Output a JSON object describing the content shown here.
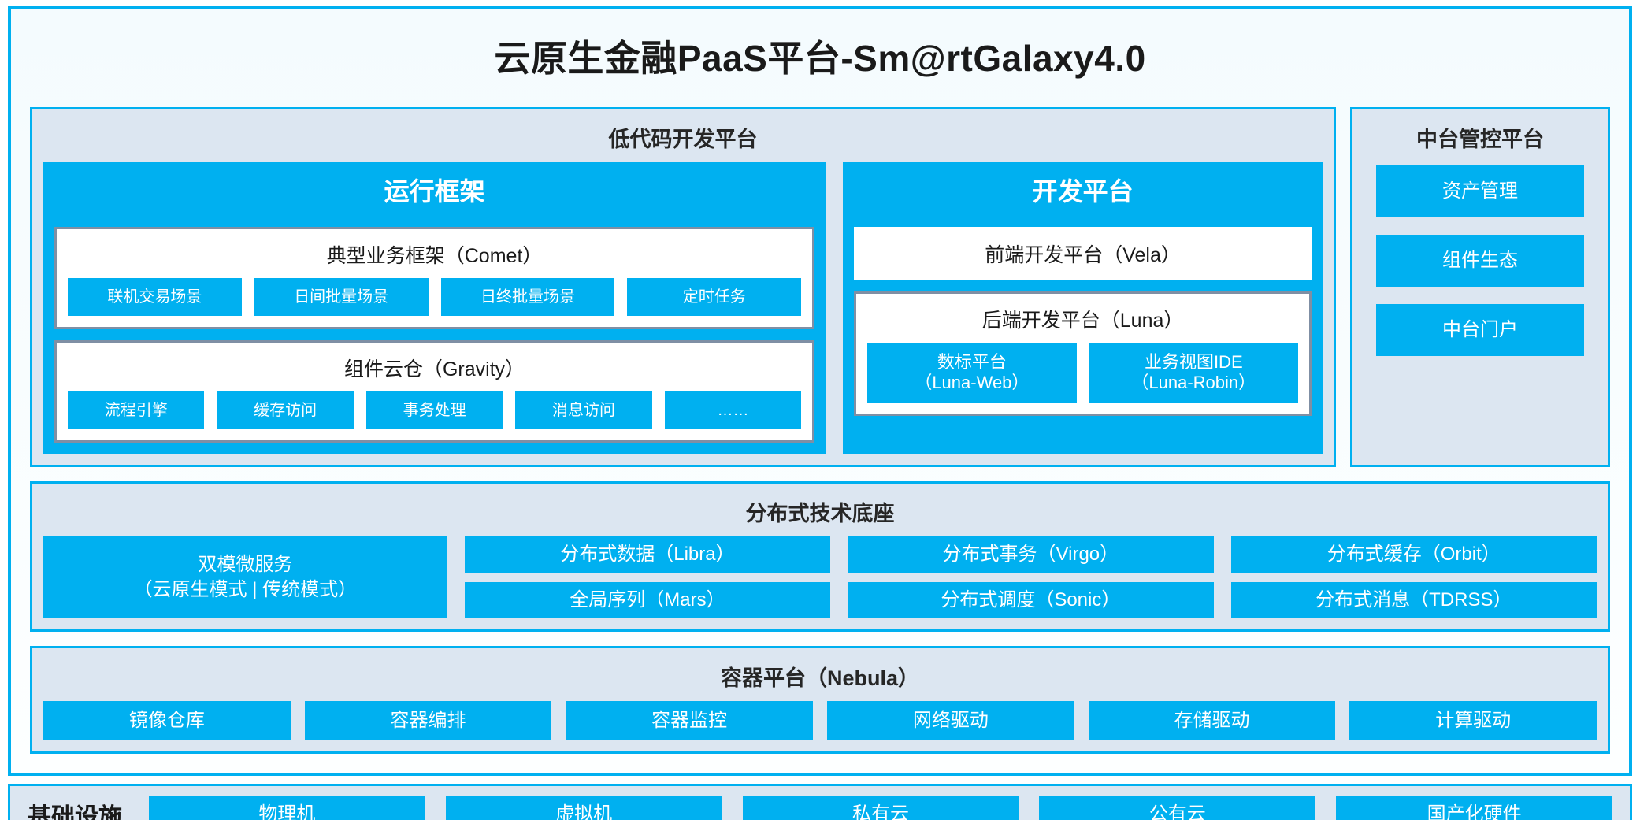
{
  "platform": {
    "title": "云原生金融PaaS平台-Sm@rtGalaxy4.0"
  },
  "lowcode": {
    "title": "低代码开发平台",
    "runtime": {
      "title": "运行框架",
      "comet": {
        "title": "典型业务框架（Comet）",
        "items": [
          "联机交易场景",
          "日间批量场景",
          "日终批量场景",
          "定时任务"
        ]
      },
      "gravity": {
        "title": "组件云仓（Gravity）",
        "items": [
          "流程引擎",
          "缓存访问",
          "事务处理",
          "消息访问",
          "……"
        ]
      }
    },
    "dev": {
      "title": "开发平台",
      "vela": "前端开发平台（Vela）",
      "luna": {
        "title": "后端开发平台（Luna）",
        "items": [
          {
            "name": "数标平台",
            "code": "（Luna-Web）"
          },
          {
            "name": "业务视图IDE",
            "code": "（Luna-Robin）"
          }
        ]
      }
    }
  },
  "control": {
    "title": "中台管控平台",
    "items": [
      "资产管理",
      "组件生态",
      "中台门户"
    ]
  },
  "distributed": {
    "title": "分布式技术底座",
    "microservice": {
      "line1": "双模微服务",
      "line2": "（云原生模式 | 传统模式）"
    },
    "columns": [
      [
        "分布式数据（Libra）",
        "全局序列（Mars）"
      ],
      [
        "分布式事务（Virgo）",
        "分布式调度（Sonic）"
      ],
      [
        "分布式缓存（Orbit）",
        "分布式消息（TDRSS）"
      ]
    ]
  },
  "container": {
    "title": "容器平台（Nebula）",
    "items": [
      "镜像仓库",
      "容器编排",
      "容器监控",
      "网络驱动",
      "存储驱动",
      "计算驱动"
    ]
  },
  "infrastructure": {
    "label": "基础设施",
    "items": [
      "物理机",
      "虚拟机",
      "私有云",
      "公有云",
      "国产化硬件"
    ]
  },
  "colors": {
    "accent": "#00b0f0",
    "panel_bg": "#dce6f1",
    "group_border": "#7f8fa4",
    "text": "#1a1a1a"
  }
}
